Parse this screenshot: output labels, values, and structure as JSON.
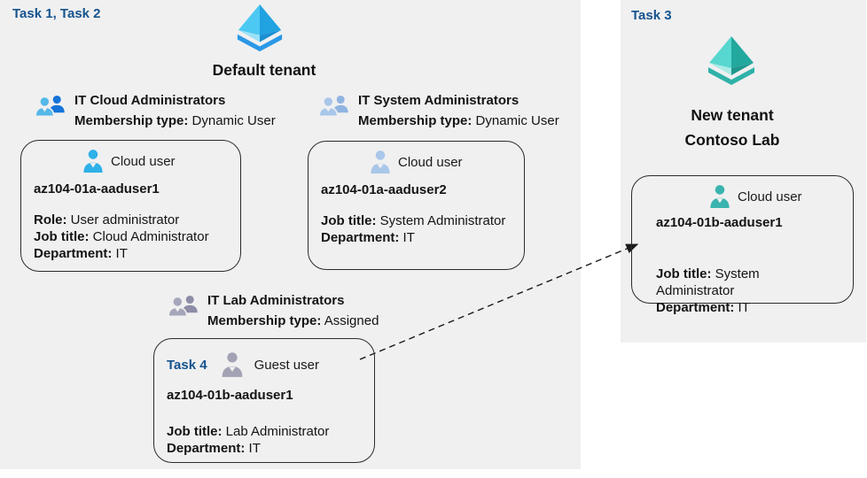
{
  "labels": {
    "task_left": "Task 1, Task 2",
    "task_right": "Task 3"
  },
  "tenants": {
    "default_name": "Default tenant",
    "new_name_line1": "New tenant",
    "new_name_line2": "Contoso Lab"
  },
  "groups": [
    {
      "title": "IT Cloud Administrators",
      "membership_label": "Membership type:",
      "membership_value": "Dynamic User"
    },
    {
      "title": "IT System Administrators",
      "membership_label": "Membership type:",
      "membership_value": "Dynamic User"
    },
    {
      "title": "IT Lab Administrators",
      "membership_label": "Membership type:",
      "membership_value": "Assigned"
    }
  ],
  "users": [
    {
      "type_label": "Cloud user",
      "name": "az104-01a-aaduser1",
      "details": [
        {
          "label": "Role:",
          "value": "User administrator"
        },
        {
          "label": "Job title:",
          "value": "Cloud Administrator"
        },
        {
          "label": "Department:",
          "value": "IT"
        }
      ]
    },
    {
      "type_label": "Cloud user",
      "name": "az104-01a-aaduser2",
      "details": [
        {
          "label": "Job title:",
          "value": "System Administrator"
        },
        {
          "label": "Department:",
          "value": "IT"
        }
      ]
    },
    {
      "task_label": "Task 4",
      "type_label": "Guest user",
      "name": "az104-01b-aaduser1",
      "details": [
        {
          "label": "Job title:",
          "value": "Lab Administrator"
        },
        {
          "label": "Department:",
          "value": "IT"
        }
      ]
    },
    {
      "type_label": "Cloud user",
      "name": "az104-01b-aaduser1",
      "details": [
        {
          "label": "Job title:",
          "value": "System Administrator"
        },
        {
          "label": "Department:",
          "value": "IT"
        }
      ]
    }
  ],
  "connector": {
    "from": "guest-user-card",
    "to": "new-tenant-cloud-user-card",
    "style": "dashed-arrow"
  },
  "icons": {
    "default_tenant": "azure-ad-tenant-icon",
    "new_tenant": "azure-ad-tenant-teal-icon",
    "groups": "user-group-icon",
    "cloud_user": "person-icon",
    "guest_user": "person-icon"
  },
  "colors": {
    "task_label_blue": "#15538E",
    "panel_background": "#F0F0F1",
    "box_border": "#2B2B2B",
    "cloud_user_blue": "#2FB0E8",
    "cloud_user_pale_blue": "#A9C7E9",
    "guest_user_gray": "#A2A2B4",
    "cloud_user_teal": "#3AB4AE",
    "group_blue_front": "#55B8E8",
    "group_blue_back": "#1573D8",
    "tenant_band_blue": "#2B98E6",
    "tenant_band_teal": "#2FB2A8"
  }
}
